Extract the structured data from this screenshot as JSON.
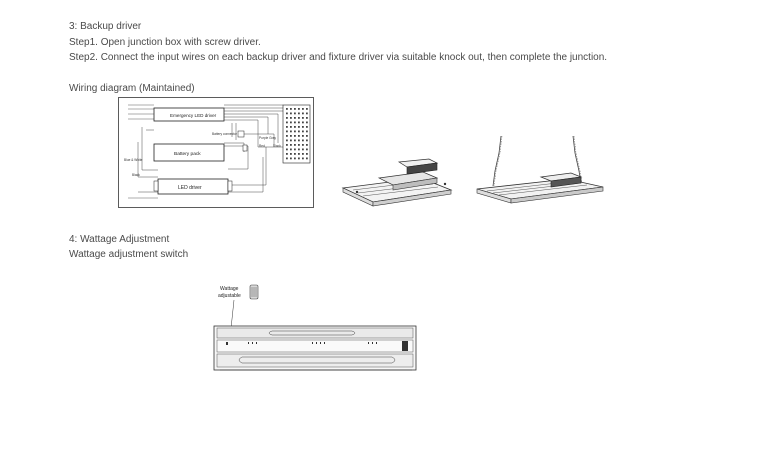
{
  "section3": {
    "heading": "3: Backup driver",
    "step1": "Step1. Open junction box with screw driver.",
    "step2": "Step2. Connect the input wires on each backup driver and fixture driver via suitable knock out, then complete the junction."
  },
  "wiring": {
    "caption": "Wiring diagram (Maintained)",
    "emergency_driver_label": "Emergency LED driver",
    "battery_pack_label": "Battery pack",
    "led_driver_label": "LED driver",
    "battery_connector_label": "Battery connector",
    "purple_gray_label": "Purple Gray",
    "red_label": "Red",
    "black_label": "Black",
    "blue_white_label": "Blue & White",
    "black_label_2": "Black"
  },
  "section4": {
    "heading": "4: Wattage Adjustment",
    "subheading": "Wattage adjustment switch"
  },
  "wattage_figure": {
    "callout_label_line1": "Wattage",
    "callout_label_line2": "adjustable"
  }
}
